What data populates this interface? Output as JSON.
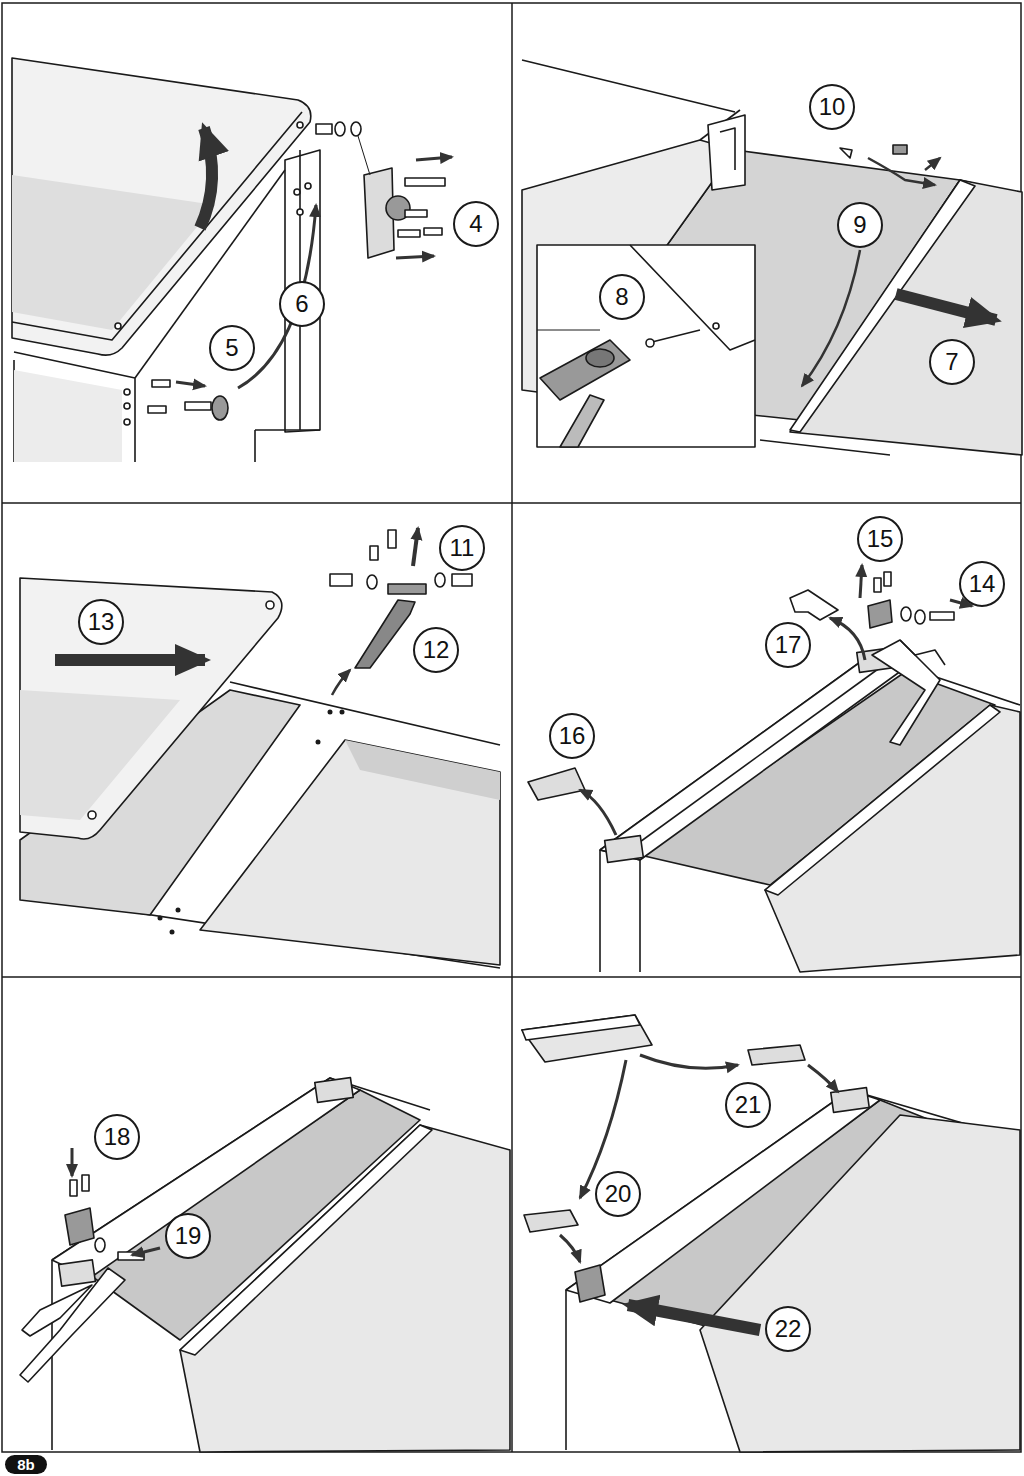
{
  "diagram": {
    "nodes": [
      {
        "text": [
          "4"
        ]
      },
      {
        "text": [
          "6"
        ]
      },
      {
        "text": [
          "5"
        ]
      },
      {
        "text": [
          "10"
        ]
      },
      {
        "text": [
          "9"
        ]
      },
      {
        "text": [
          "8"
        ]
      },
      {
        "text": [
          "7"
        ]
      },
      {
        "text": [
          "11"
        ]
      },
      {
        "text": [
          "13"
        ]
      },
      {
        "text": [
          "12"
        ]
      },
      {
        "text": [
          "15"
        ]
      },
      {
        "text": [
          "14"
        ]
      },
      {
        "text": [
          "17"
        ]
      },
      {
        "text": [
          "16"
        ]
      },
      {
        "text": [
          "18"
        ]
      },
      {
        "text": [
          "19"
        ]
      },
      {
        "text": [
          "21"
        ]
      },
      {
        "text": [
          "20"
        ]
      },
      {
        "text": [
          "22"
        ]
      },
      {
        "text": [
          "8b"
        ]
      }
    ]
  }
}
